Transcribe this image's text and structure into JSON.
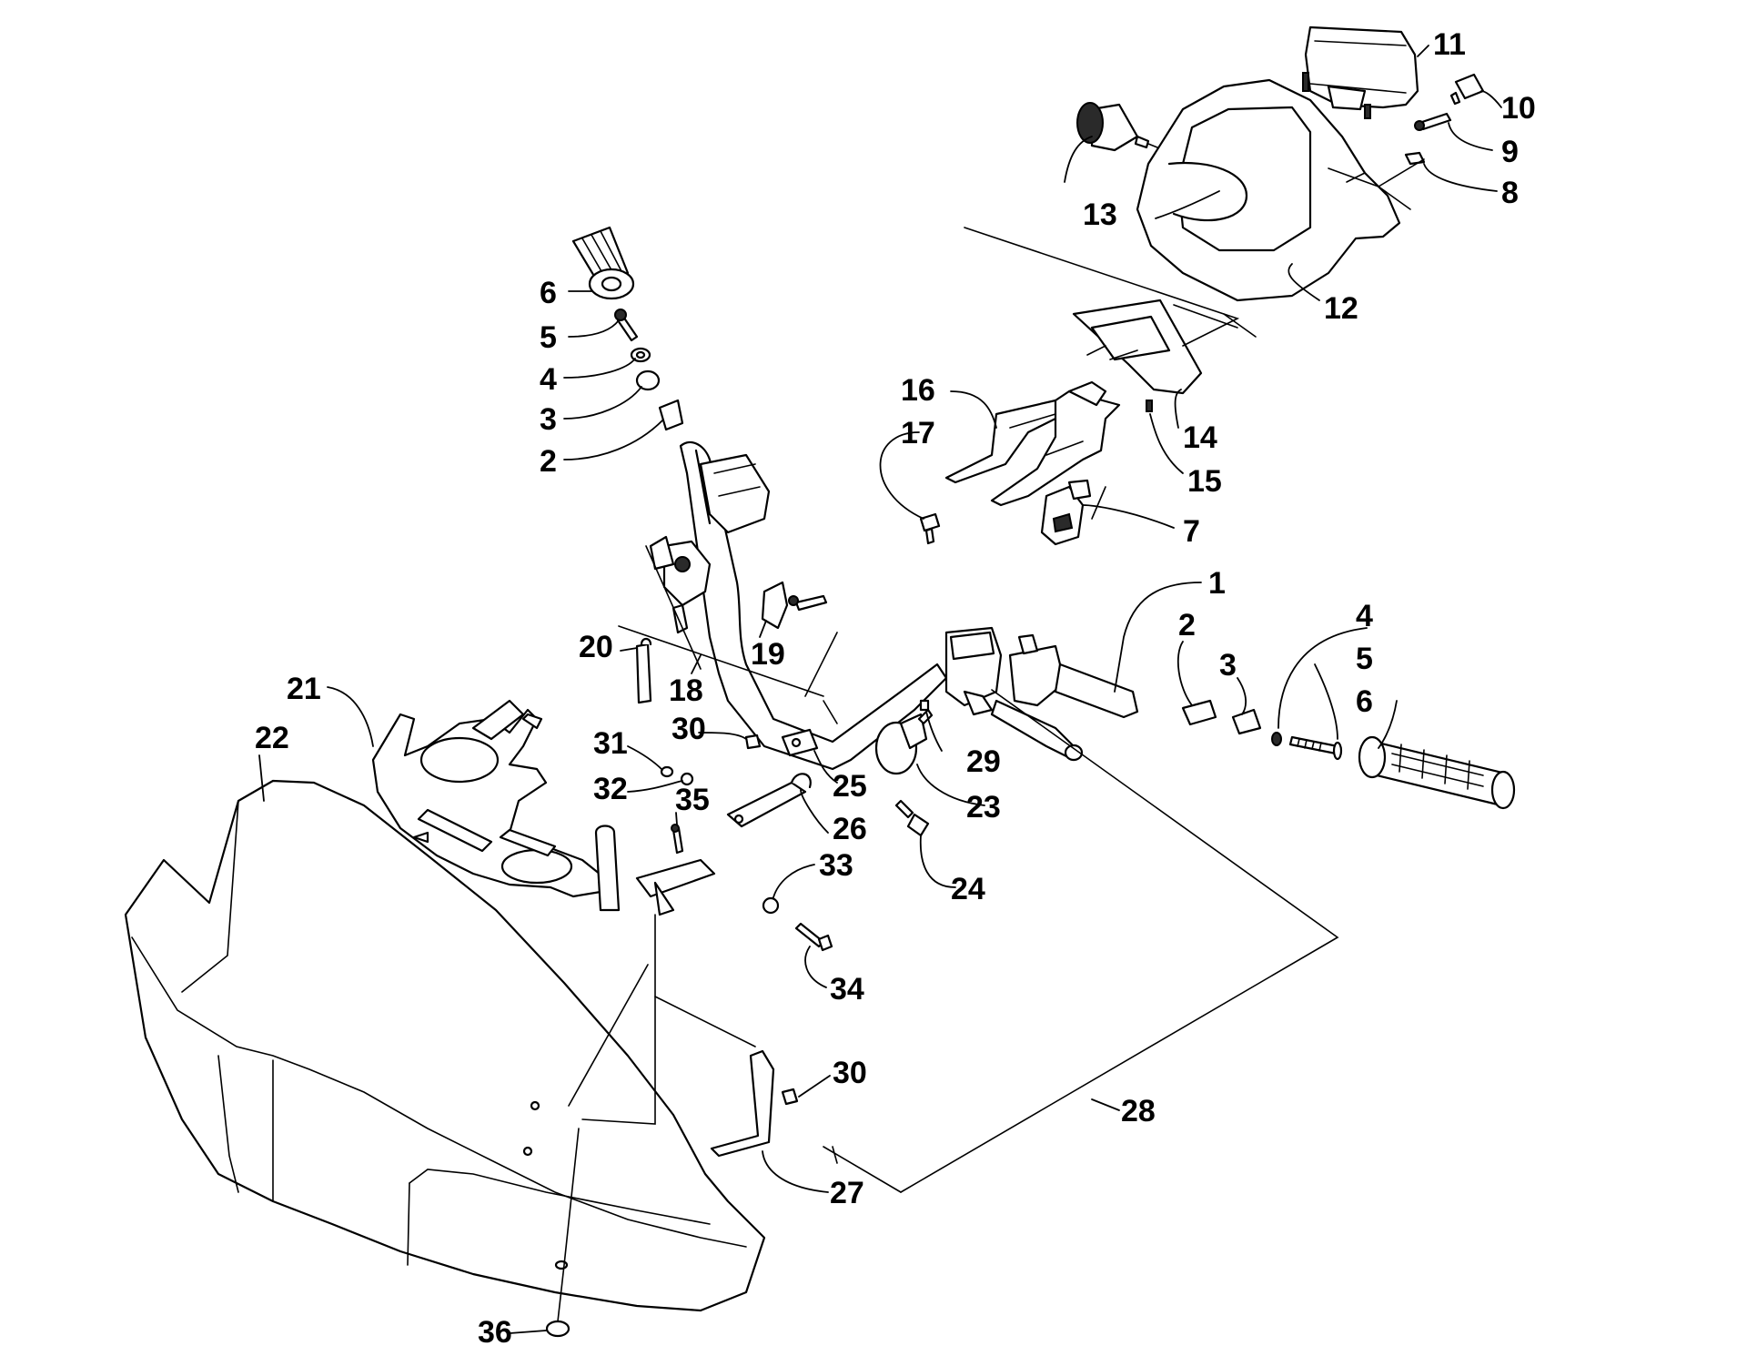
{
  "callouts": [
    {
      "id": "c1",
      "text": "1"
    },
    {
      "id": "c2a",
      "text": "2"
    },
    {
      "id": "c2b",
      "text": "2"
    },
    {
      "id": "c3a",
      "text": "3"
    },
    {
      "id": "c3b",
      "text": "3"
    },
    {
      "id": "c4a",
      "text": "4"
    },
    {
      "id": "c4b",
      "text": "4"
    },
    {
      "id": "c5a",
      "text": "5"
    },
    {
      "id": "c5b",
      "text": "5"
    },
    {
      "id": "c6a",
      "text": "6"
    },
    {
      "id": "c6b",
      "text": "6"
    },
    {
      "id": "c7",
      "text": "7"
    },
    {
      "id": "c8",
      "text": "8"
    },
    {
      "id": "c9",
      "text": "9"
    },
    {
      "id": "c10",
      "text": "10"
    },
    {
      "id": "c11",
      "text": "11"
    },
    {
      "id": "c12",
      "text": "12"
    },
    {
      "id": "c13",
      "text": "13"
    },
    {
      "id": "c14",
      "text": "14"
    },
    {
      "id": "c15",
      "text": "15"
    },
    {
      "id": "c16",
      "text": "16"
    },
    {
      "id": "c17",
      "text": "17"
    },
    {
      "id": "c18",
      "text": "18"
    },
    {
      "id": "c19",
      "text": "19"
    },
    {
      "id": "c20",
      "text": "20"
    },
    {
      "id": "c21",
      "text": "21"
    },
    {
      "id": "c22",
      "text": "22"
    },
    {
      "id": "c23",
      "text": "23"
    },
    {
      "id": "c24",
      "text": "24"
    },
    {
      "id": "c25",
      "text": "25"
    },
    {
      "id": "c26",
      "text": "26"
    },
    {
      "id": "c27",
      "text": "27"
    },
    {
      "id": "c28",
      "text": "28"
    },
    {
      "id": "c29",
      "text": "29"
    },
    {
      "id": "c30a",
      "text": "30"
    },
    {
      "id": "c30b",
      "text": "30"
    },
    {
      "id": "c31",
      "text": "31"
    },
    {
      "id": "c32",
      "text": "32"
    },
    {
      "id": "c33",
      "text": "33"
    },
    {
      "id": "c34",
      "text": "34"
    },
    {
      "id": "c35",
      "text": "35"
    },
    {
      "id": "c36",
      "text": "36"
    }
  ]
}
